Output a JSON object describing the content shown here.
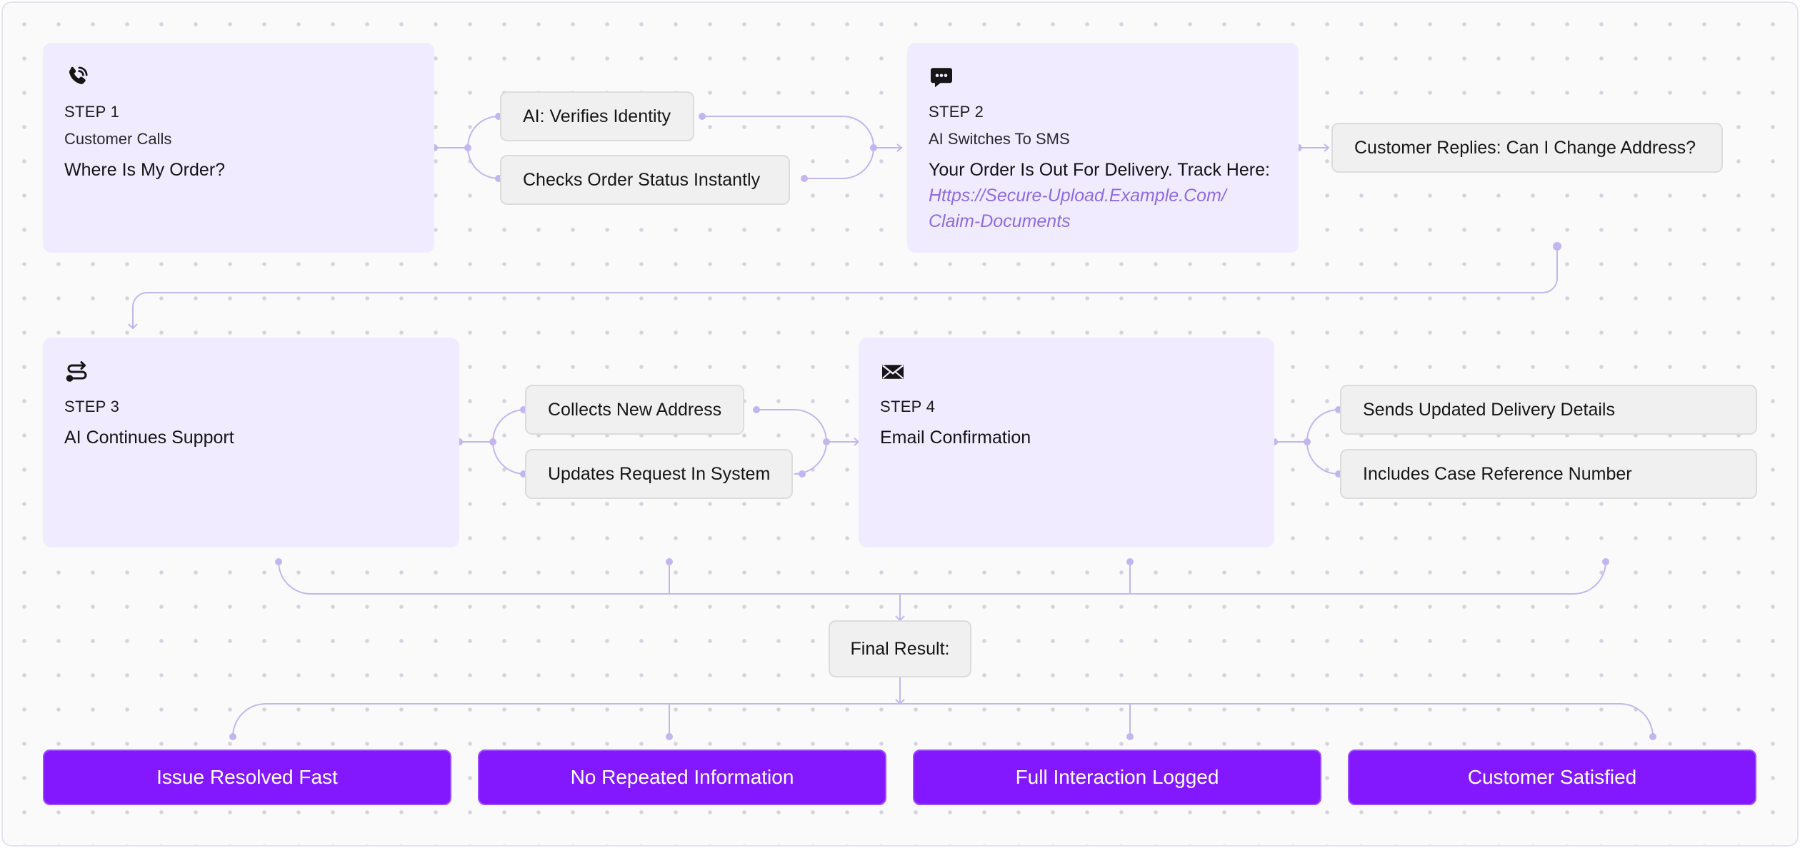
{
  "step1": {
    "label": "STEP 1",
    "subtitle": "Customer Calls",
    "title": "Where Is My Order?",
    "icon": "phone-icon"
  },
  "step1_branches": [
    "AI: Verifies Identity",
    "Checks Order Status Instantly"
  ],
  "step2": {
    "label": "STEP 2",
    "subtitle": "AI Switches To SMS",
    "title": "Your Order Is Out For Delivery. Track Here:",
    "link_line1": "Https://Secure-Upload.Example.Com/",
    "link_line2": "Claim-Documents",
    "icon": "chat-bubble-icon"
  },
  "step2_reply": "Customer Replies: Can I Change Address?",
  "step3": {
    "label": "STEP 3",
    "title": "AI Continues Support",
    "icon": "route-icon"
  },
  "step3_branches": [
    "Collects New Address",
    "Updates Request In System"
  ],
  "step4": {
    "label": "STEP 4",
    "title": "Email Confirmation",
    "icon": "envelope-icon"
  },
  "step4_branches": [
    "Sends Updated Delivery Details",
    "Includes Case Reference Number"
  ],
  "final_result": "Final Result:",
  "outcomes": [
    "Issue Resolved Fast",
    "No Repeated Information",
    "Full Interaction Logged",
    "Customer Satisfied"
  ],
  "colors": {
    "accent": "#8318ff",
    "card_bg": "#f1ebff",
    "connector": "#c3b6f0",
    "pill_bg": "#f0f0f0",
    "link": "#8f6be0"
  }
}
